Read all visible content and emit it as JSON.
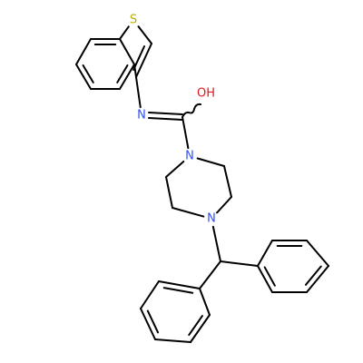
{
  "molecule": {
    "atoms": {
      "S": {
        "symbol": "S",
        "color": "#b8b000"
      },
      "O": {
        "symbol": "OH",
        "color": "#e0171b"
      },
      "N1": {
        "symbol": "N",
        "color": "#3050f8"
      },
      "N2": {
        "symbol": "N",
        "color": "#3050f8"
      },
      "N3": {
        "symbol": "N",
        "color": "#3050f8"
      }
    },
    "bond_color": "#000000"
  }
}
